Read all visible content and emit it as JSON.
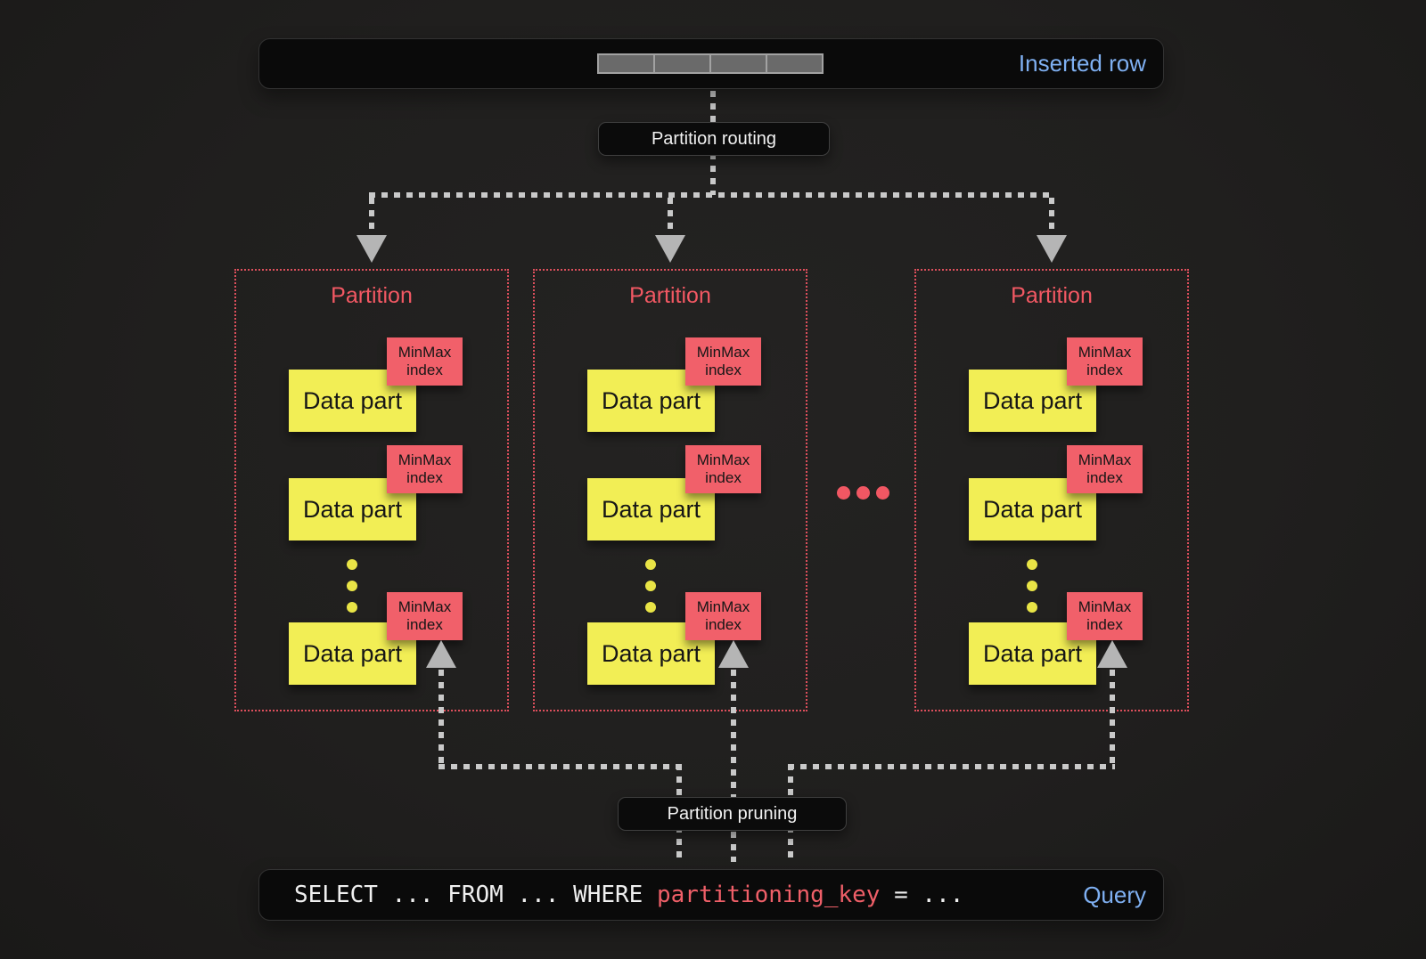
{
  "header": {
    "inserted_row_label": "Inserted row",
    "segment_count": 4
  },
  "flow": {
    "routing_label": "Partition routing",
    "pruning_label": "Partition pruning"
  },
  "partitions": [
    {
      "title": "Partition",
      "data_parts": [
        "Data part",
        "Data part",
        "Data part"
      ],
      "minmax": "MinMax\nindex"
    },
    {
      "title": "Partition",
      "data_parts": [
        "Data part",
        "Data part",
        "Data part"
      ],
      "minmax": "MinMax\nindex"
    },
    {
      "title": "Partition",
      "data_parts": [
        "Data part",
        "Data part",
        "Data part"
      ],
      "minmax": "MinMax\nindex"
    }
  ],
  "query": {
    "sql_before": "SELECT ... FROM ... WHERE ",
    "sql_highlight": "partitioning_key",
    "sql_after": " = ...",
    "label": "Query"
  },
  "colors": {
    "accent_red": "#f15763",
    "data_part_yellow": "#f2ee55",
    "minmax_red": "#f1606a",
    "link_blue": "#7fb0f2",
    "line_gray": "#c9c9c9",
    "box_black": "#0a0a0a"
  }
}
